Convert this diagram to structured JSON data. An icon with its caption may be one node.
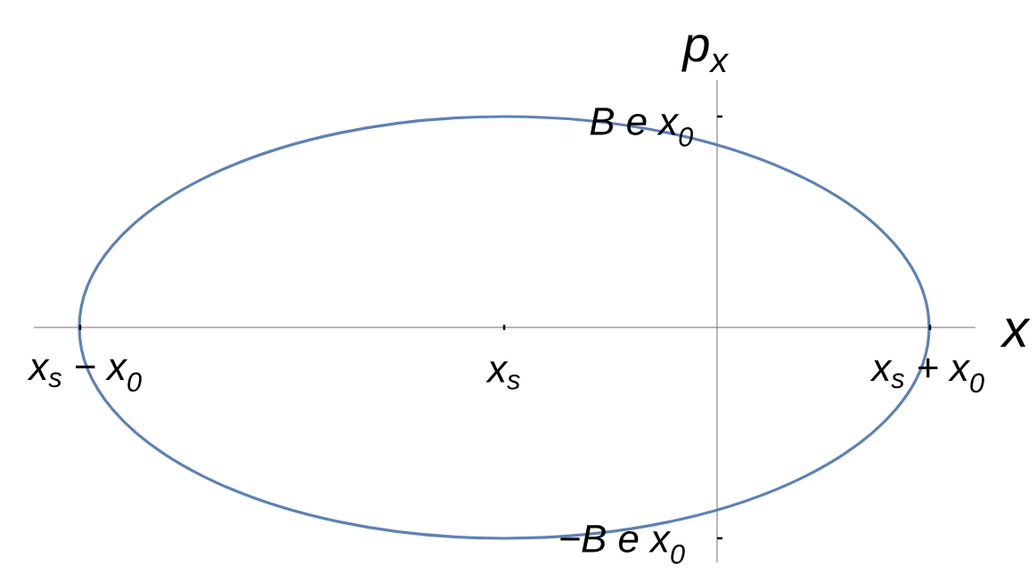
{
  "diagram": {
    "labels": [
      "p$_{x}$",
      "B e x$_{0}$",
      "x",
      "x$_{s}$ − x$_{0}$",
      "x$_{s}$",
      "x$_{s}$ + x$_{0}$",
      "−B e x$_{0}$"
    ]
  }
}
